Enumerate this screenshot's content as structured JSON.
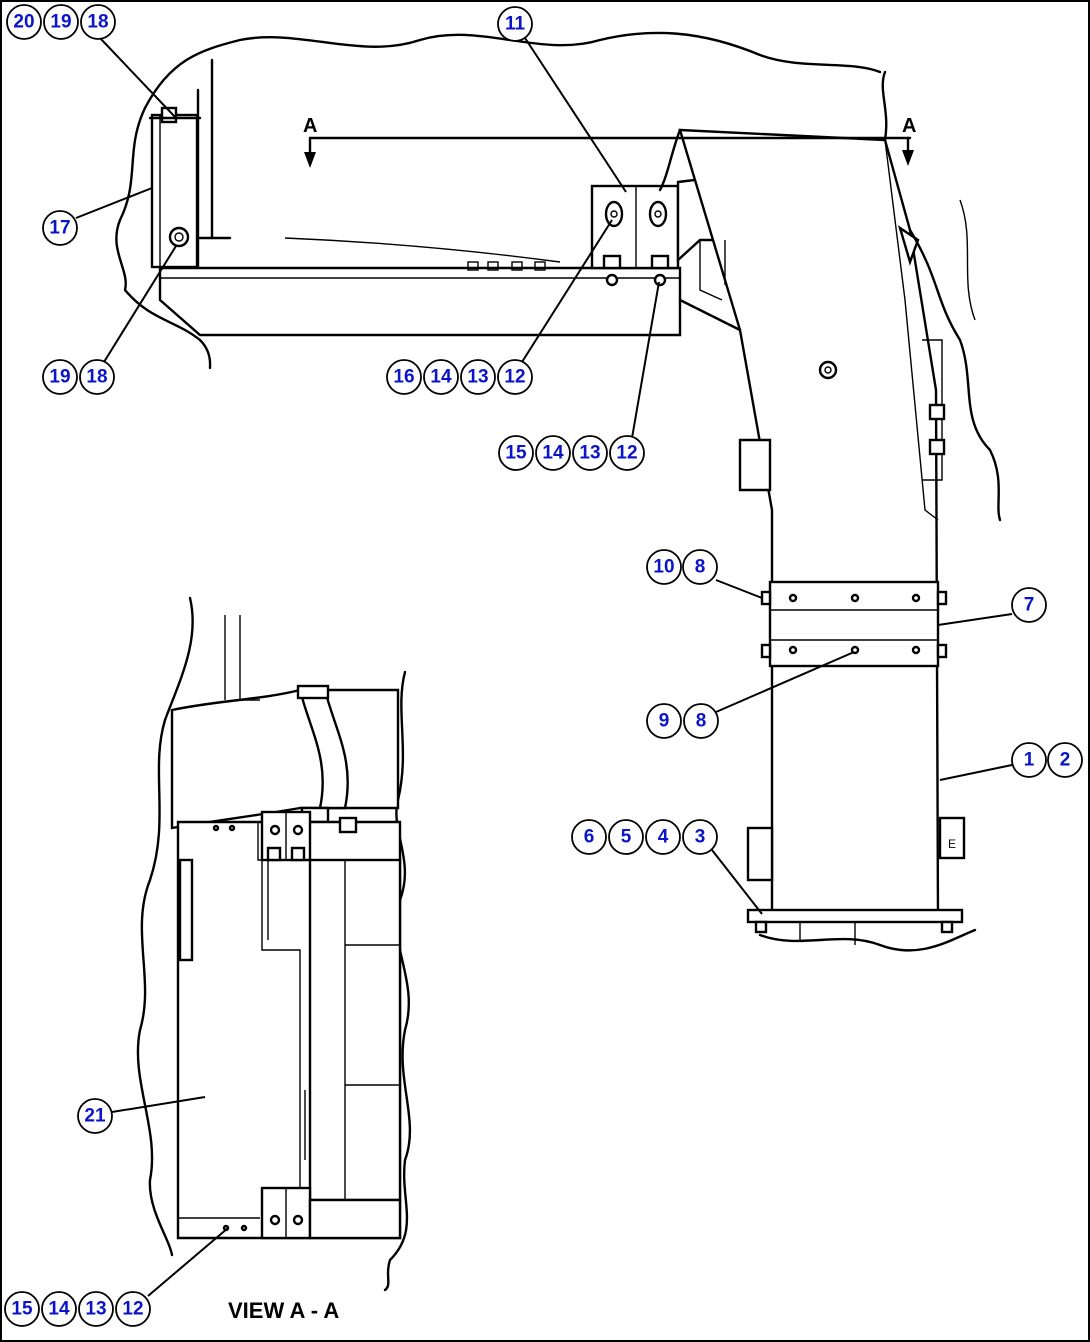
{
  "callouts": {
    "c_20_19_18": [
      "20",
      "19",
      "18"
    ],
    "c_11": [
      "11"
    ],
    "c_17": [
      "17"
    ],
    "c_19_18": [
      "19",
      "18"
    ],
    "c_16_14_13_12": [
      "16",
      "14",
      "13",
      "12"
    ],
    "c_15_14_13_12_top": [
      "15",
      "14",
      "13",
      "12"
    ],
    "c_10_8": [
      "10",
      "8"
    ],
    "c_7": [
      "7"
    ],
    "c_9_8": [
      "9",
      "8"
    ],
    "c_1_2": [
      "1",
      "2"
    ],
    "c_6_5_4_3": [
      "6",
      "5",
      "4",
      "3"
    ],
    "c_21": [
      "21"
    ],
    "c_15_14_13_12_bottom": [
      "15",
      "14",
      "13",
      "12"
    ]
  },
  "section_marker": {
    "left": "A",
    "right": "A"
  },
  "view_caption": "VIEW A - A",
  "colors": {
    "callout_text": "#0a14c8",
    "line": "#000000",
    "background": "#ffffff"
  }
}
